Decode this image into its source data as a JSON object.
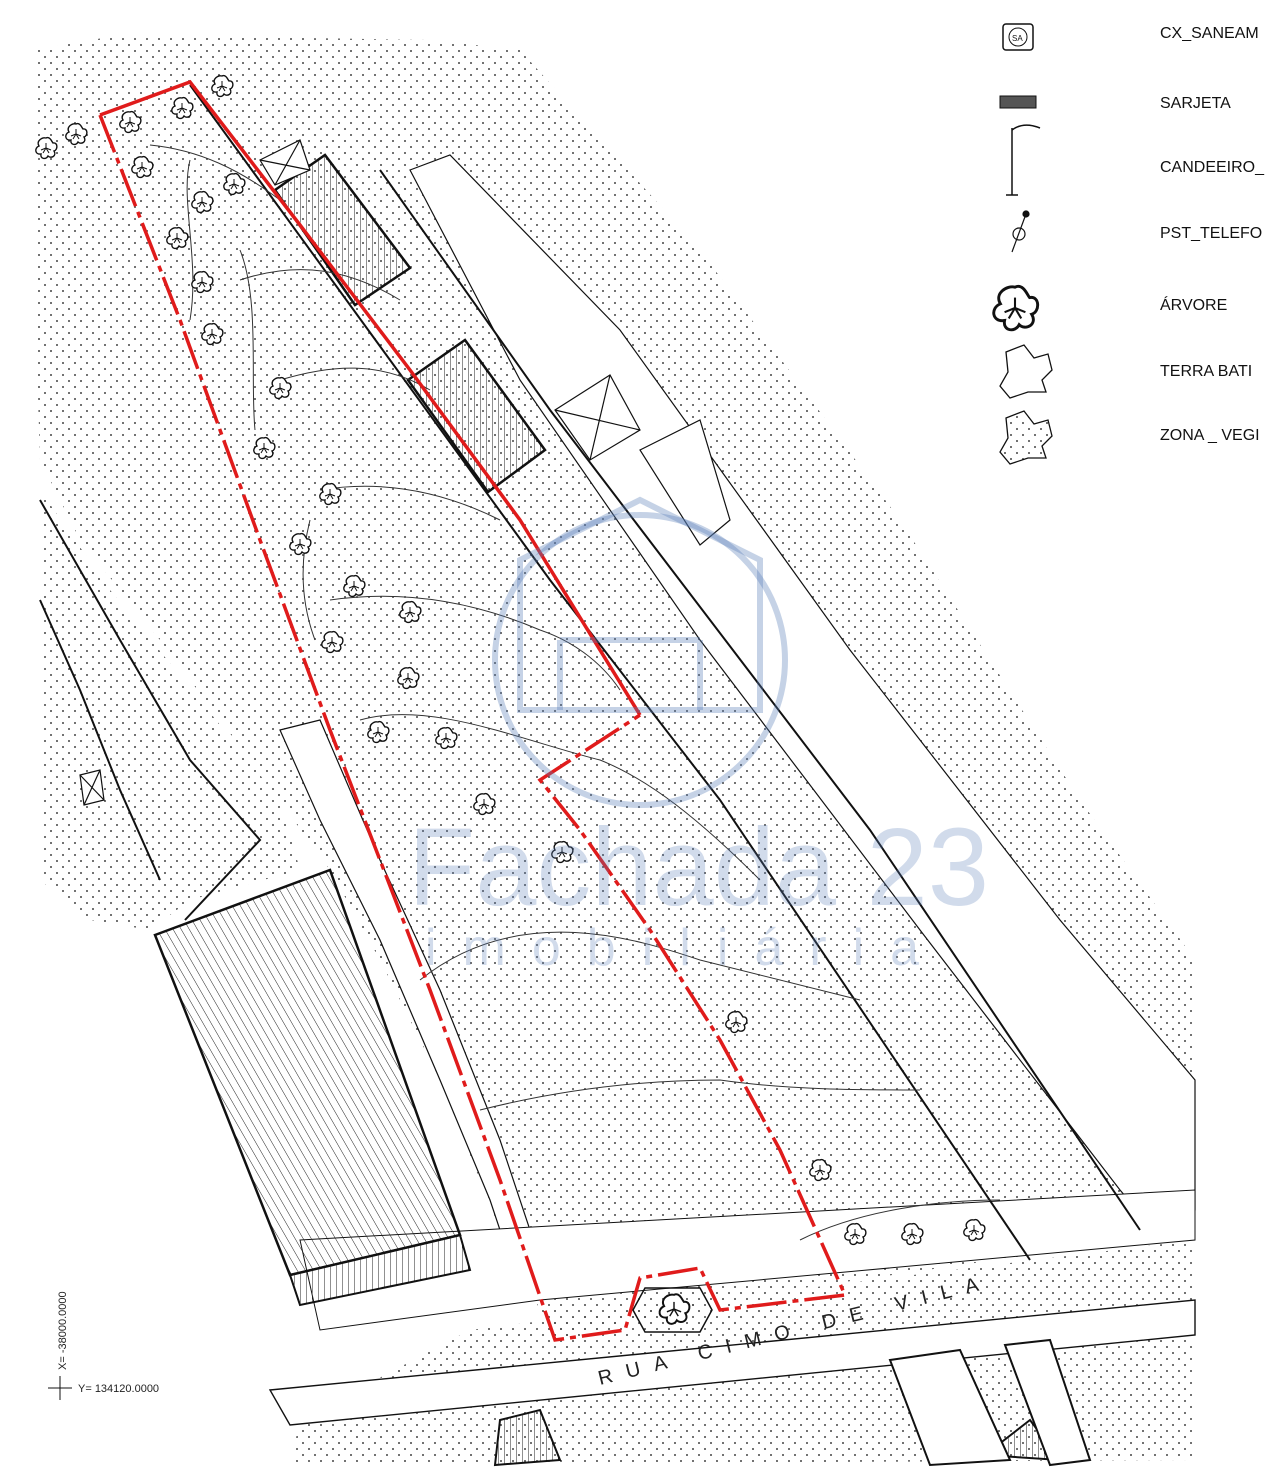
{
  "legend": {
    "items": [
      {
        "symbol": "cx-saneam-icon",
        "label": "CX_SANEAM",
        "code": "SA"
      },
      {
        "symbol": "sarjeta-icon",
        "label": "SARJETA"
      },
      {
        "symbol": "candeeiro-icon",
        "label": "CANDEEIRO_"
      },
      {
        "symbol": "pst-telefone-icon",
        "label": "PST_TELEFO"
      },
      {
        "symbol": "arvore-icon",
        "label": "ÁRVORE"
      },
      {
        "symbol": "terra-batida-icon",
        "label": "TERRA BATI"
      },
      {
        "symbol": "zona-vegetacao-icon",
        "label": "ZONA _ VEGI"
      }
    ]
  },
  "street": {
    "name": "RUA CIMO DE VILA"
  },
  "coordinates": {
    "x": "X= -38000.0000",
    "y": "Y= 134120.0000"
  },
  "watermark": {
    "brand": "Fachada 23",
    "subtitle": "imobiliária"
  },
  "colors": {
    "boundary": "#e01b1b",
    "lines": "#111111",
    "watermark": "#5a7fb8",
    "dots": "#555555"
  }
}
